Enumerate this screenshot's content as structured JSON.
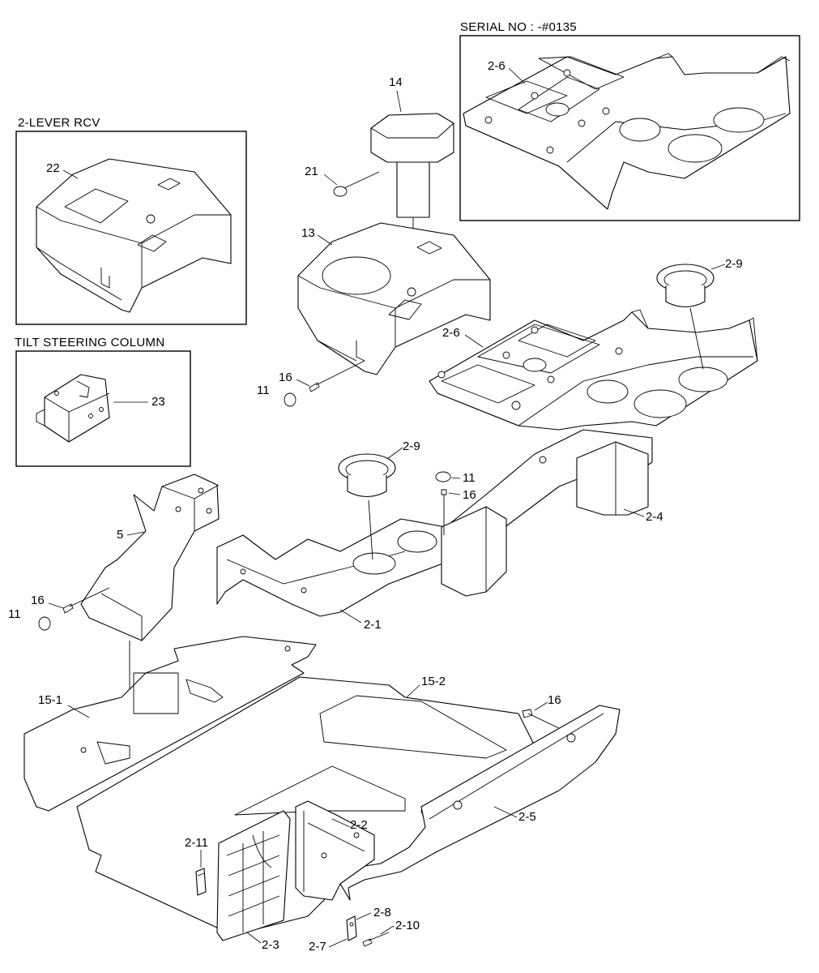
{
  "insets": {
    "serial": "SERIAL NO : -#0135",
    "lever": "2-LEVER RCV",
    "tilt": "TILT STEERING COLUMN"
  },
  "labels": {
    "p14": "14",
    "p21": "21",
    "p13": "13",
    "p22": "22",
    "p23": "23",
    "p2_6_inset": "2-6",
    "p2_9_top": "2-9",
    "p2_6": "2-6",
    "p16_top": "16",
    "p11_top": "11",
    "p2_9_mid": "2-9",
    "p11_mid": "11",
    "p16_mid": "16",
    "p2_4": "2-4",
    "p5": "5",
    "p16_left": "16",
    "p11_left": "11",
    "p2_1": "2-1",
    "p15_2": "15-2",
    "p15_1": "15-1",
    "p16_right": "16",
    "p2_2": "2-2",
    "p2_5": "2-5",
    "p2_11": "2-11",
    "p2_3": "2-3",
    "p2_8": "2-8",
    "p2_10": "2-10",
    "p2_7": "2-7"
  }
}
